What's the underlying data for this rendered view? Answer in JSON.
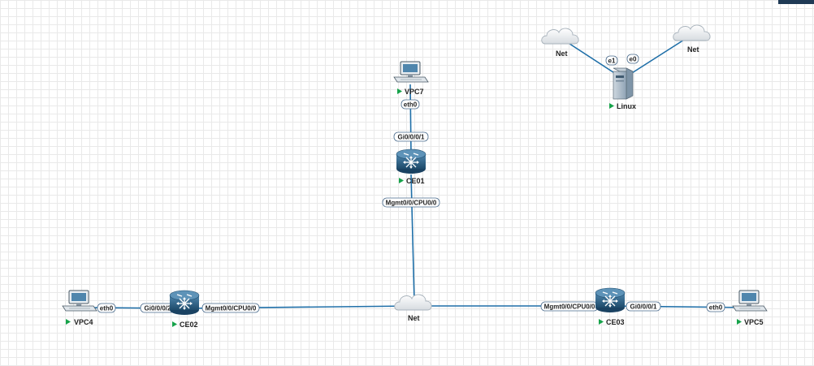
{
  "nodes": {
    "vpc7": "VPC7",
    "ce01": "CE01",
    "ce02": "CE02",
    "ce03": "CE03",
    "vpc4": "VPC4",
    "vpc5": "VPC5",
    "net_center": "Net",
    "net_top_left": "Net",
    "net_top_right": "Net",
    "linux": "Linux"
  },
  "ports": {
    "vpc7_eth0": "eth0",
    "ce01_gi001": "Gi0/0/0/1",
    "ce01_mgmt": "Mgmt0/0/CPU0/0",
    "vpc4_eth0": "eth0",
    "ce02_gi002": "Gi0/0/0/2",
    "ce02_mgmt": "Mgmt0/0/CPU0/0",
    "ce03_mgmt": "Mgmt0/0/CPU0/0",
    "ce03_gi001": "Gi0/0/0/1",
    "vpc5_eth0": "eth0",
    "linux_e1": "e1",
    "linux_e0": "e0"
  },
  "colors": {
    "link": "#1f6fa8",
    "router": "#2d5f82",
    "running": "#16a34a"
  }
}
